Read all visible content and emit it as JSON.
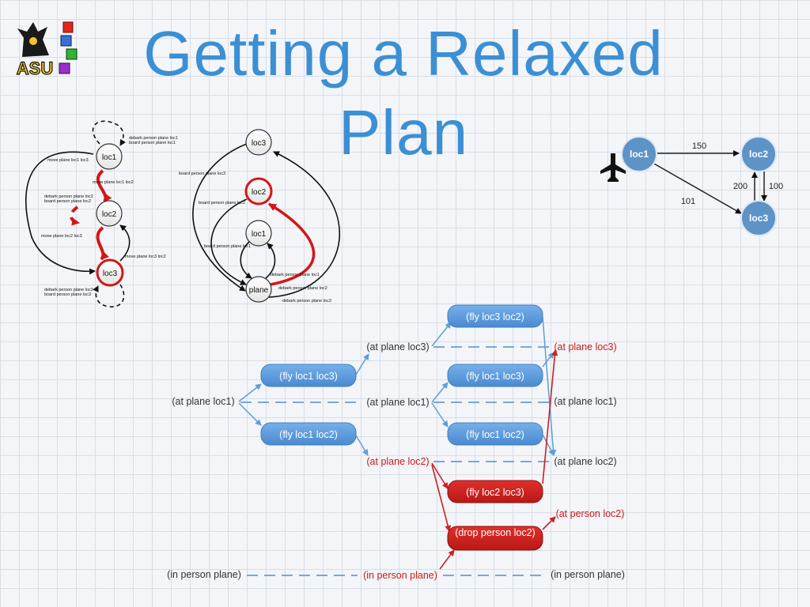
{
  "slide": {
    "title_line1": "Getting a Relaxed",
    "title_line2": "Plan",
    "logo_text": "ASU"
  },
  "map_graph": {
    "nodes": [
      "loc1",
      "loc2",
      "loc3"
    ],
    "edges": [
      {
        "from": "loc1",
        "to": "loc2",
        "cost": "150"
      },
      {
        "from": "loc1",
        "to": "loc3",
        "cost": "101"
      },
      {
        "from": "loc3",
        "to": "loc2",
        "cost": "200"
      },
      {
        "from": "loc2",
        "to": "loc3",
        "cost": "100"
      }
    ],
    "icon": "airplane-icon"
  },
  "left_graph": {
    "nodes": [
      "loc1",
      "loc2",
      "loc3"
    ],
    "labels": [
      "debark person plane loc1",
      "board person plane loc1",
      "move plane loc1 loc3",
      "move plane loc1 loc2",
      "debark person plane loc2",
      "board person plane loc2",
      "move plane loc2 loc3",
      "move plane loc3 loc2",
      "debark person plane loc3",
      "board person plane loc3"
    ]
  },
  "middle_graph": {
    "nodes": [
      "loc3",
      "loc2",
      "loc1",
      "plane"
    ],
    "labels": [
      "board person plane loc3",
      "board person plane loc2",
      "board person plane loc1",
      "debark person plane loc1",
      "debark person plane loc2",
      "debark person plane loc3"
    ]
  },
  "planning_graph": {
    "actions": {
      "fly_loc1_loc3_l0": "(fly loc1 loc3)",
      "fly_loc1_loc2_l0": "(fly loc1 loc2)",
      "fly_loc3_loc2": "(fly loc3 loc2)",
      "fly_loc1_loc3_l1": "(fly loc1 loc3)",
      "fly_loc1_loc2_l1": "(fly loc1 loc2)",
      "fly_loc2_loc3": "(fly loc2 loc3)",
      "drop_person_loc2": "(drop person loc2)"
    },
    "propositions": {
      "p0_at_plane_loc1": "(at plane loc1)",
      "p0_in_person_plane": "(in person plane)",
      "p1_at_plane_loc3": "(at plane loc3)",
      "p1_at_plane_loc1": "(at plane loc1)",
      "p1_at_plane_loc2": "(at plane loc2)",
      "p1_in_person_plane": "(in person plane)",
      "p2_at_plane_loc3": "(at plane loc3)",
      "p2_at_plane_loc1": "(at plane loc1)",
      "p2_at_plane_loc2": "(at plane loc2)",
      "p2_at_person_loc2": "(at person loc2)",
      "p2_in_person_plane": "(in person plane)"
    },
    "colors": {
      "action_fill": "#5b9bdc",
      "action_selected": "#cc2020",
      "link": "#5f9ed8",
      "selected_link": "#cc2020",
      "selected_text": "#d11a1a",
      "title": "#3b8fd4"
    }
  }
}
